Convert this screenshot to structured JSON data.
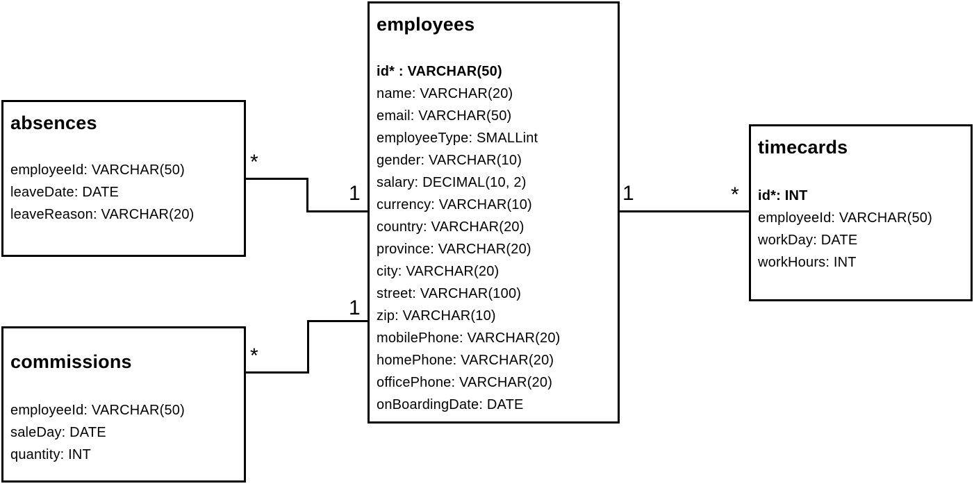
{
  "diagram_type": "entity-relationship",
  "colors": {
    "background": "#ffffff",
    "line": "#000000",
    "text": "#000000"
  },
  "tables": {
    "absences": {
      "title": "absences",
      "fields": [
        "employeeId: VARCHAR(50)",
        "leaveDate: DATE",
        "leaveReason: VARCHAR(20)"
      ]
    },
    "commissions": {
      "title": "commissions",
      "fields": [
        "employeeId: VARCHAR(50)",
        "saleDay: DATE",
        "quantity: INT"
      ]
    },
    "employees": {
      "title": "employees",
      "fields": [
        "id* : VARCHAR(50)",
        "name: VARCHAR(20)",
        "email: VARCHAR(50)",
        "employeeType: SMALLint",
        "gender: VARCHAR(10)",
        "salary: DECIMAL(10, 2)",
        "currency: VARCHAR(10)",
        "country: VARCHAR(20)",
        "province: VARCHAR(20)",
        "city: VARCHAR(20)",
        "street: VARCHAR(100)",
        "zip: VARCHAR(10)",
        "mobilePhone: VARCHAR(20)",
        "homePhone: VARCHAR(20)",
        "officePhone: VARCHAR(20)",
        "onBoardingDate: DATE"
      ]
    },
    "timecards": {
      "title": "timecards",
      "fields": [
        "id*: INT",
        "employeeId: VARCHAR(50)",
        "workDay: DATE",
        "workHours: INT"
      ]
    }
  },
  "connectors": {
    "absences_employees": {
      "absences_end": "*",
      "employees_end": "1"
    },
    "commissions_employees": {
      "commissions_end": "*",
      "employees_end": "1"
    },
    "employees_timecards": {
      "employees_end": "1",
      "timecards_end": "*"
    }
  }
}
